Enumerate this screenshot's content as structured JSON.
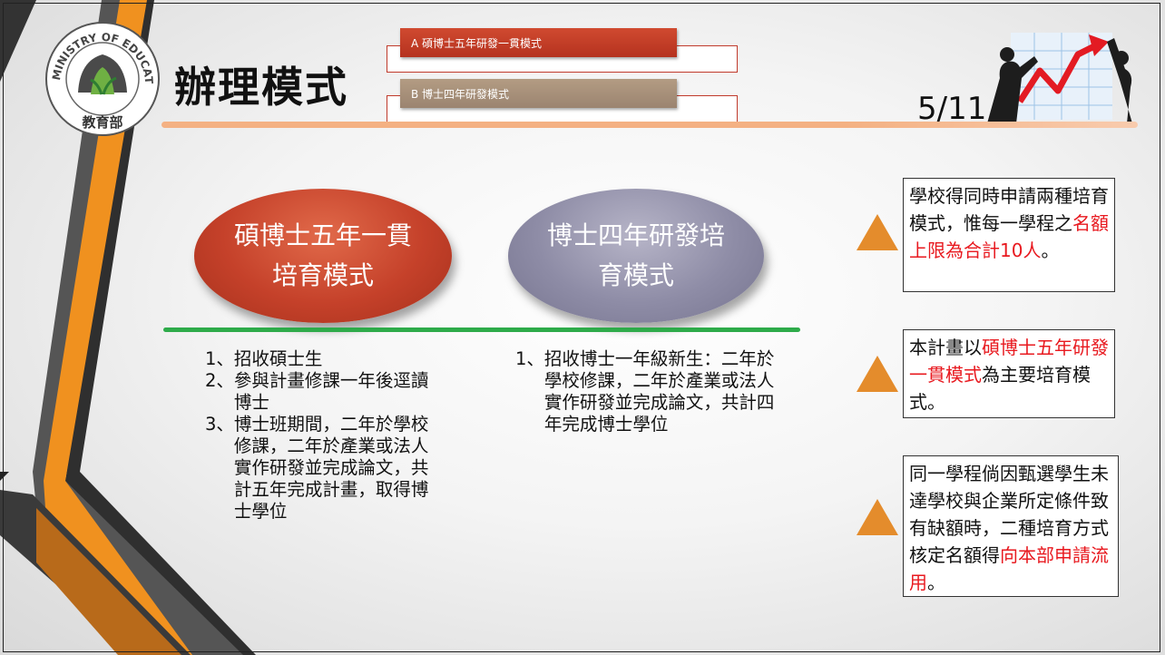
{
  "header": {
    "title": "辦理模式",
    "page_number": "5/11",
    "tabs": [
      {
        "label": "A 碩博士五年研發一貫模式"
      },
      {
        "label": "B 博士四年研發模式"
      }
    ],
    "logo": {
      "text_top": "MINISTRY OF EDUCATION",
      "text_bottom": "教育部"
    }
  },
  "models": [
    {
      "label": "碩博士五年一貫培育模式",
      "color": "#c5412a"
    },
    {
      "label": "博士四年研發培育模式",
      "color": "#8e8ca6"
    }
  ],
  "list_left": [
    {
      "num": "1、",
      "text": "招收碩士生"
    },
    {
      "num": "2、",
      "text": "參與計畫修課一年後逕讀博士"
    },
    {
      "num": "3、",
      "text": "博士班期間，二年於學校修課，二年於產業或法人實作研發並完成論文，共計五年完成計畫，取得博士學位"
    }
  ],
  "list_right": [
    {
      "num": "1、",
      "text": "招收博士一年級新生：二年於學校修課，二年於產業或法人實作研發並完成論文，共計四年完成博士學位"
    }
  ],
  "notes": [
    {
      "pre": "學校得同時申請兩種培育模式，惟每一學程之",
      "red": "名額上限為合計10人",
      "post": "。"
    },
    {
      "pre": "本計畫以",
      "red": "碩博士五年研發一貫模式",
      "post": "為主要培育模式。"
    },
    {
      "pre": "同一學程倘因甄選學生未達學校與企業所定條件致有缺額時，二種培育方式核定名額得",
      "red": "向本部申請流用",
      "post": "。"
    }
  ],
  "colors": {
    "accent_red": "#e8191f",
    "triangle": "#e48c2c",
    "green_line": "#2eab4a",
    "divider": "#f4b183"
  }
}
